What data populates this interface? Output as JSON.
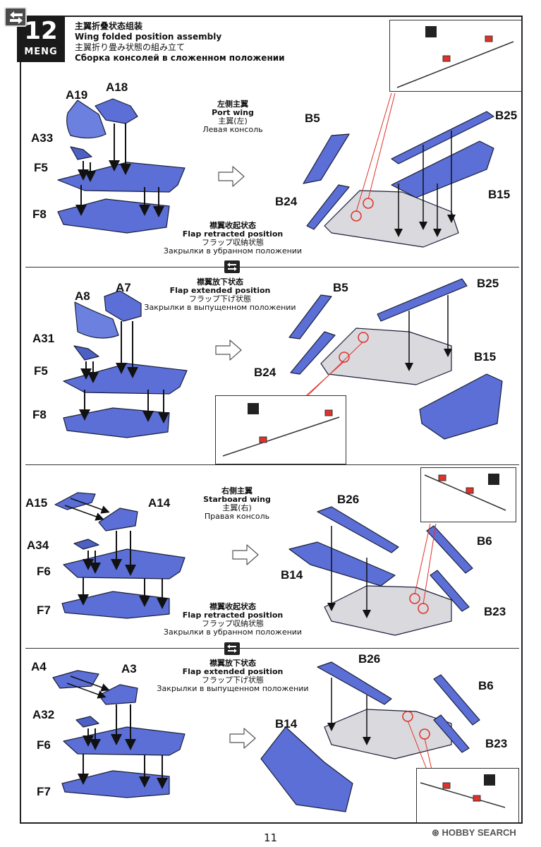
{
  "step": {
    "number": "12",
    "brand": "MENG"
  },
  "title": {
    "cn": "主翼折叠状态组装",
    "en": "Wing folded position assembly",
    "jp": "主翼折り畳み状態の組み立て",
    "ru": "Сборка консолей в сложенном положении"
  },
  "sections": [
    {
      "side_caption": {
        "cn": "左侧主翼",
        "en": "Port wing",
        "jp": "主翼(左)",
        "ru": "Левая консоль"
      },
      "state_caption": {
        "cn": "襟翼收起状态",
        "en": "Flap retracted position",
        "jp": "フラップ収納状態",
        "ru": "Закрылки в убранном положении"
      },
      "left_parts": [
        "A19",
        "A18",
        "A33",
        "F5",
        "F8"
      ],
      "right_parts": [
        "B5",
        "B25",
        "B15",
        "B24"
      ]
    },
    {
      "state_caption": {
        "cn": "襟翼放下状态",
        "en": "Flap extended position",
        "jp": "フラップ下げ状態",
        "ru": "Закрылки в выпущенном положении"
      },
      "left_parts": [
        "A8",
        "A7",
        "A31",
        "F5",
        "F8"
      ],
      "right_parts": [
        "B5",
        "B25",
        "B15",
        "B24"
      ]
    },
    {
      "side_caption": {
        "cn": "右侧主翼",
        "en": "Starboard wing",
        "jp": "主翼(右)",
        "ru": "Правая консоль"
      },
      "state_caption": {
        "cn": "襟翼收起状态",
        "en": "Flap retracted position",
        "jp": "フラップ収納状態",
        "ru": "Закрылки в убранном положении"
      },
      "left_parts": [
        "A15",
        "A14",
        "A34",
        "F6",
        "F7"
      ],
      "right_parts": [
        "B26",
        "B6",
        "B14",
        "B23"
      ]
    },
    {
      "state_caption": {
        "cn": "襟翼放下状态",
        "en": "Flap extended position",
        "jp": "フラップ下げ状態",
        "ru": "Закрылки в выпущенном положении"
      },
      "left_parts": [
        "A4",
        "A3",
        "A32",
        "F6",
        "F7"
      ],
      "right_parts": [
        "B26",
        "B6",
        "B14",
        "B23"
      ]
    }
  ],
  "page_number": "11",
  "watermark": "HOBBY SEARCH",
  "colors": {
    "part_blue": "#5b6fd6",
    "part_blue_dark": "#3a4bb0",
    "part_grey": "#d9d9de",
    "highlight_red": "#e0322a"
  },
  "icons": [
    "swap-icon",
    "glue-icon",
    "arrow-right-icon",
    "nav-back-icon"
  ]
}
